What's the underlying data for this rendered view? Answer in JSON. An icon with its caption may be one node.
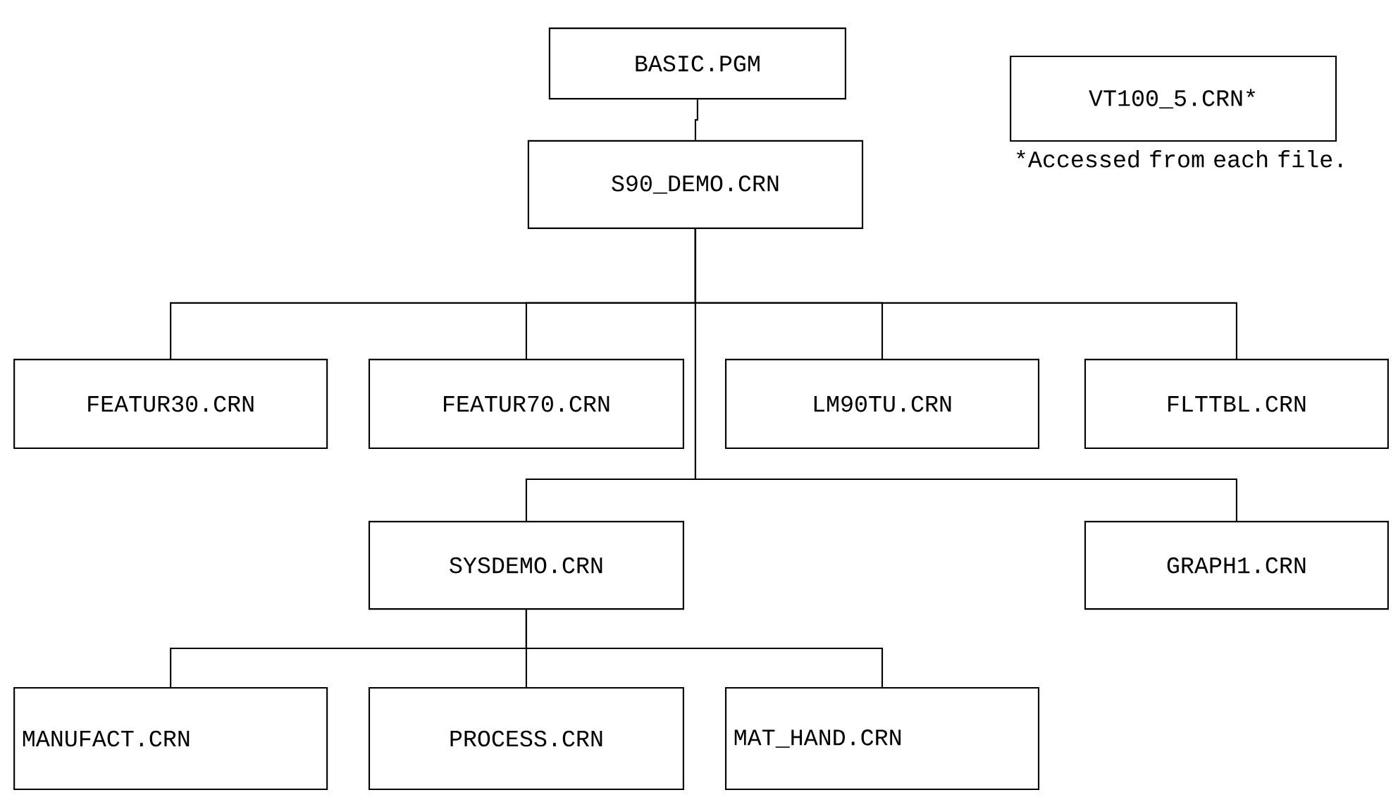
{
  "diagram": {
    "nodes": [
      {
        "text": [
          "BASIC.PGM"
        ]
      },
      {
        "text": [
          "S90_DEMO.CRN"
        ]
      },
      {
        "text": [
          "VT100_5.CRN*"
        ],
        "beside": [
          "*Accessed from each file."
        ]
      },
      {
        "text": [
          "FEATUR30.CRN"
        ]
      },
      {
        "text": [
          "FEATUR70.CRN"
        ]
      },
      {
        "text": [
          "LM90TU.CRN"
        ]
      },
      {
        "text": [
          "FLTTBL.CRN"
        ]
      },
      {
        "text": [
          "SYSDEMO.CRN"
        ]
      },
      {
        "text": [
          "GRAPH1.CRN"
        ]
      },
      {
        "text": [
          "MANUFACT.CRN"
        ]
      },
      {
        "text": [
          "PROCESS.CRN"
        ]
      },
      {
        "text": [
          "MAT_HAND.CRN"
        ]
      }
    ],
    "edges": [
      {
        "from": 0,
        "to": 1,
        "arrow": "none"
      },
      {
        "from": 1,
        "to": 3,
        "arrow": "none"
      },
      {
        "from": 1,
        "to": 4,
        "arrow": "none"
      },
      {
        "from": 1,
        "to": 5,
        "arrow": "none"
      },
      {
        "from": 1,
        "to": 6,
        "arrow": "none"
      },
      {
        "from": 1,
        "to": 7,
        "arrow": "none"
      },
      {
        "from": 1,
        "to": 8,
        "arrow": "none"
      },
      {
        "from": 7,
        "to": 9,
        "arrow": "none"
      },
      {
        "from": 7,
        "to": 10,
        "arrow": "none"
      },
      {
        "from": 7,
        "to": 11,
        "arrow": "none"
      }
    ]
  }
}
